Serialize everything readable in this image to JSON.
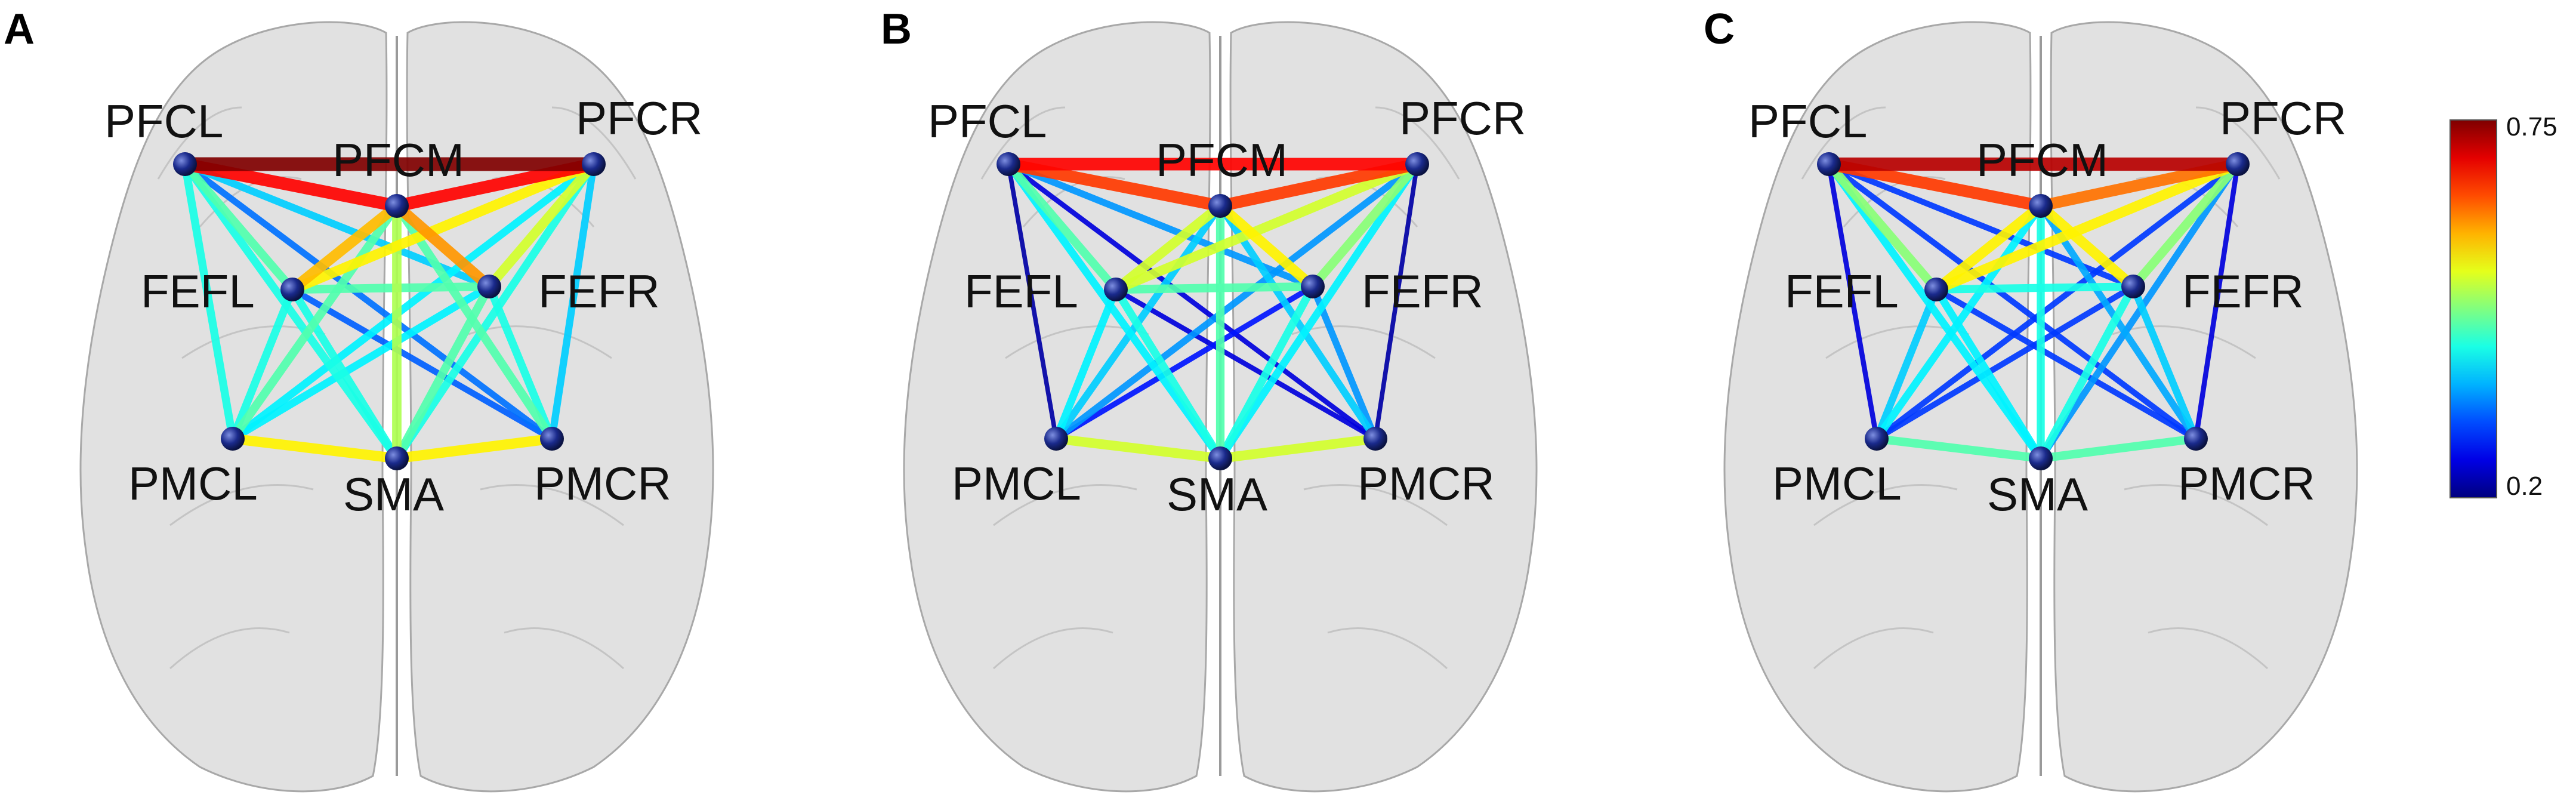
{
  "panels": [
    {
      "letter": "A",
      "edges": [
        [
          "PFCL",
          "PFCR",
          0.75
        ],
        [
          "PFCL",
          "PFCM",
          0.68
        ],
        [
          "PFCM",
          "PFCR",
          0.68
        ],
        [
          "PFCL",
          "FEFL",
          0.45
        ],
        [
          "PFCL",
          "FEFR",
          0.38
        ],
        [
          "PFCL",
          "SMA",
          0.42
        ],
        [
          "PFCL",
          "PMCL",
          0.42
        ],
        [
          "PFCL",
          "PMCR",
          0.33
        ],
        [
          "PFCM",
          "FEFL",
          0.58
        ],
        [
          "PFCM",
          "FEFR",
          0.6
        ],
        [
          "PFCM",
          "SMA",
          0.5
        ],
        [
          "PFCM",
          "PMCL",
          0.45
        ],
        [
          "PFCM",
          "PMCR",
          0.45
        ],
        [
          "PFCR",
          "FEFL",
          0.55
        ],
        [
          "PFCR",
          "FEFR",
          0.52
        ],
        [
          "PFCR",
          "SMA",
          0.42
        ],
        [
          "PFCR",
          "PMCL",
          0.4
        ],
        [
          "PFCR",
          "PMCR",
          0.38
        ],
        [
          "FEFL",
          "FEFR",
          0.45
        ],
        [
          "FEFL",
          "SMA",
          0.42
        ],
        [
          "FEFL",
          "PMCL",
          0.42
        ],
        [
          "FEFL",
          "PMCR",
          0.32
        ],
        [
          "FEFR",
          "SMA",
          0.45
        ],
        [
          "FEFR",
          "PMCR",
          0.42
        ],
        [
          "FEFR",
          "PMCL",
          0.4
        ],
        [
          "PMCL",
          "SMA",
          0.55
        ],
        [
          "SMA",
          "PMCR",
          0.55
        ]
      ]
    },
    {
      "letter": "B",
      "edges": [
        [
          "PFCL",
          "PFCR",
          0.68
        ],
        [
          "PFCL",
          "PFCM",
          0.65
        ],
        [
          "PFCM",
          "PFCR",
          0.65
        ],
        [
          "PFCL",
          "FEFL",
          0.45
        ],
        [
          "PFCL",
          "FEFR",
          0.35
        ],
        [
          "PFCL",
          "SMA",
          0.4
        ],
        [
          "PFCL",
          "PMCL",
          0.22
        ],
        [
          "PFCL",
          "PMCR",
          0.25
        ],
        [
          "PFCM",
          "FEFL",
          0.52
        ],
        [
          "PFCM",
          "FEFR",
          0.55
        ],
        [
          "PFCM",
          "SMA",
          0.45
        ],
        [
          "PFCM",
          "PMCL",
          0.38
        ],
        [
          "PFCM",
          "PMCR",
          0.38
        ],
        [
          "PFCR",
          "FEFL",
          0.52
        ],
        [
          "PFCR",
          "FEFR",
          0.48
        ],
        [
          "PFCR",
          "SMA",
          0.4
        ],
        [
          "PFCR",
          "PMCL",
          0.35
        ],
        [
          "PFCR",
          "PMCR",
          0.22
        ],
        [
          "FEFL",
          "FEFR",
          0.45
        ],
        [
          "FEFL",
          "SMA",
          0.42
        ],
        [
          "FEFL",
          "PMCL",
          0.4
        ],
        [
          "FEFL",
          "PMCR",
          0.25
        ],
        [
          "FEFR",
          "SMA",
          0.42
        ],
        [
          "FEFR",
          "PMCR",
          0.35
        ],
        [
          "FEFR",
          "PMCL",
          0.28
        ],
        [
          "PMCL",
          "SMA",
          0.52
        ],
        [
          "SMA",
          "PMCR",
          0.52
        ]
      ]
    },
    {
      "letter": "C",
      "edges": [
        [
          "PFCL",
          "PFCR",
          0.72
        ],
        [
          "PFCL",
          "PFCM",
          0.65
        ],
        [
          "PFCM",
          "PFCR",
          0.62
        ],
        [
          "PFCL",
          "FEFL",
          0.48
        ],
        [
          "PFCL",
          "FEFR",
          0.3
        ],
        [
          "PFCL",
          "SMA",
          0.4
        ],
        [
          "PFCL",
          "PMCL",
          0.25
        ],
        [
          "PFCL",
          "PMCR",
          0.3
        ],
        [
          "PFCM",
          "FEFL",
          0.55
        ],
        [
          "PFCM",
          "FEFR",
          0.55
        ],
        [
          "PFCM",
          "SMA",
          0.42
        ],
        [
          "PFCM",
          "PMCL",
          0.4
        ],
        [
          "PFCM",
          "PMCR",
          0.36
        ],
        [
          "PFCR",
          "FEFL",
          0.55
        ],
        [
          "PFCR",
          "FEFR",
          0.48
        ],
        [
          "PFCR",
          "SMA",
          0.35
        ],
        [
          "PFCR",
          "PMCL",
          0.3
        ],
        [
          "PFCR",
          "PMCR",
          0.25
        ],
        [
          "FEFL",
          "FEFR",
          0.42
        ],
        [
          "FEFL",
          "SMA",
          0.4
        ],
        [
          "FEFL",
          "PMCL",
          0.38
        ],
        [
          "FEFL",
          "PMCR",
          0.3
        ],
        [
          "FEFR",
          "SMA",
          0.42
        ],
        [
          "FEFR",
          "PMCR",
          0.38
        ],
        [
          "FEFR",
          "PMCL",
          0.3
        ],
        [
          "PMCL",
          "SMA",
          0.45
        ],
        [
          "SMA",
          "PMCR",
          0.45
        ]
      ]
    }
  ],
  "nodes": [
    "PFCL",
    "PFCM",
    "PFCR",
    "FEFL",
    "FEFR",
    "PMCL",
    "SMA",
    "PMCR"
  ],
  "colorbar": {
    "max_label": "0.75",
    "min_label": "0.2",
    "min": 0.2,
    "max": 0.75,
    "colormap": "jet"
  },
  "colors": {
    "node": "#1a2a8c",
    "brain": "#dcdcdc",
    "brain_outline": "#a8a8a8"
  }
}
